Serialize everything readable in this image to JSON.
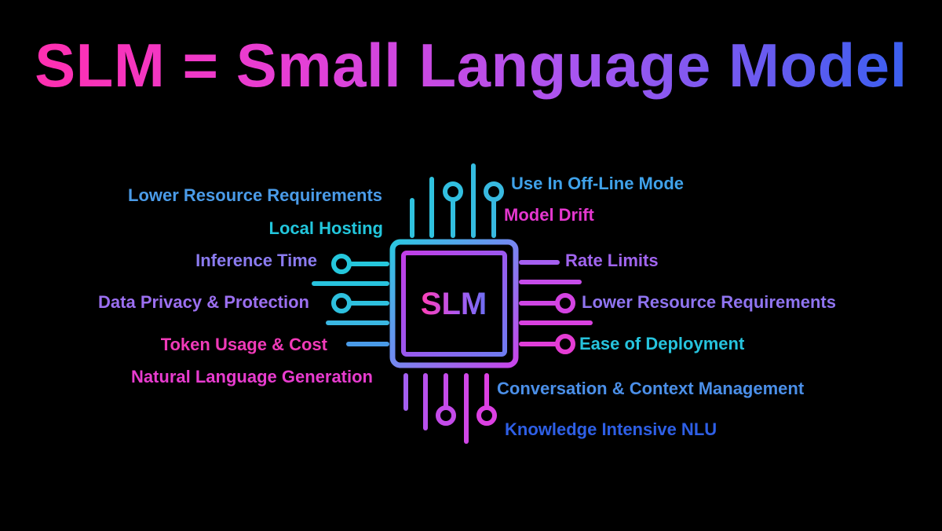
{
  "title": "SLM = Small Language Model",
  "chip": {
    "label": "SLM"
  },
  "left_labels": [
    {
      "text": "Lower Resource Requirements",
      "color": "#4a9be8"
    },
    {
      "text": "Local Hosting",
      "color": "#22c6dc"
    },
    {
      "text": "Inference Time",
      "color": "#8b7bf0"
    },
    {
      "text": "Data Privacy & Protection",
      "color": "#9b6ff0"
    },
    {
      "text": "Token Usage & Cost",
      "color": "#f03ab8"
    },
    {
      "text": "Natural Language Generation",
      "color": "#e83ccf"
    }
  ],
  "right_labels": [
    {
      "text": "Use In Off-Line Mode",
      "color": "#3fa2ea"
    },
    {
      "text": "Model Drift",
      "color": "#e537cf"
    },
    {
      "text": "Rate Limits",
      "color": "#a165ef"
    },
    {
      "text": "Lower Resource Requirements",
      "color": "#8f74f0"
    },
    {
      "text": "Ease of Deployment",
      "color": "#26c3dd"
    },
    {
      "text": "Conversation & Context Management",
      "color": "#4b8fe8"
    },
    {
      "text": "Knowledge Intensive NLU",
      "color": "#2e5fe6"
    }
  ],
  "colors": {
    "pink": "#f03ab8",
    "magenta": "#d63ce6",
    "violet": "#9b5ff0",
    "blue": "#3f8be8",
    "cyan": "#22c6dc"
  }
}
